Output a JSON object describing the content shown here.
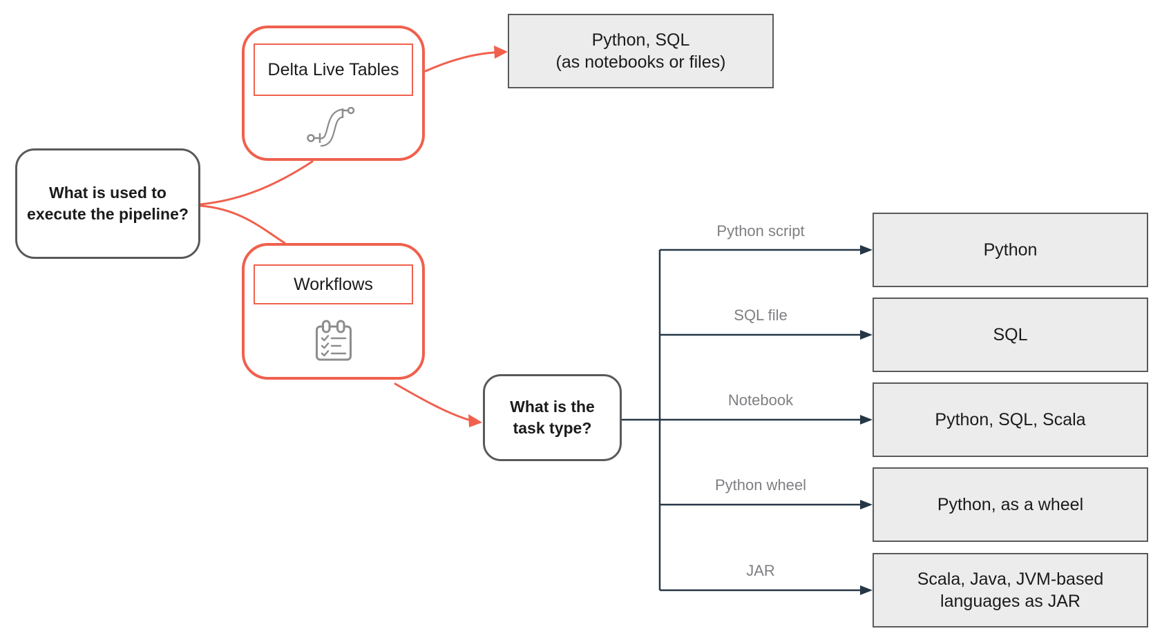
{
  "diagram": {
    "root_question": "What is used to execute the pipeline?",
    "task_question": "What is the task type?",
    "options": [
      {
        "label": "Delta Live Tables",
        "icon": "pipeline-icon"
      },
      {
        "label": "Workflows",
        "icon": "checklist-icon"
      }
    ],
    "dlt_result": {
      "line1": "Python, SQL",
      "line2": "(as notebooks or files)"
    },
    "branches": [
      {
        "label": "Python script",
        "result": "Python"
      },
      {
        "label": "SQL file",
        "result": "SQL"
      },
      {
        "label": "Notebook",
        "result": "Python, SQL, Scala"
      },
      {
        "label": "Python wheel",
        "result": "Python, as a wheel"
      },
      {
        "label": "JAR",
        "result": "Scala, Java, JVM-based languages as JAR"
      }
    ],
    "colors": {
      "orange": "#F0604D",
      "node_border": "#58595B",
      "connector_dark": "#253746",
      "result_fill": "#ECECEC",
      "branch_label_gray": "#7F7F83",
      "icon_gray": "#8C8C8C"
    }
  }
}
